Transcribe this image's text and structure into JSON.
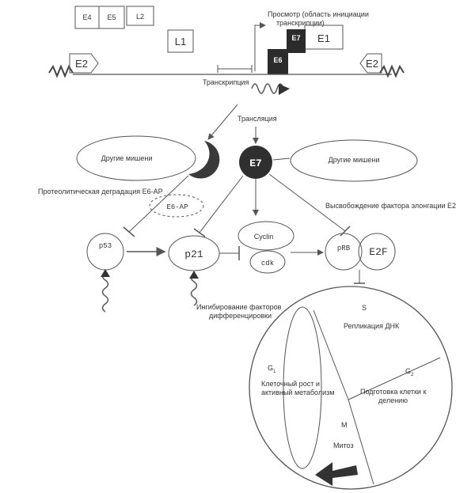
{
  "genes": {
    "e4": "E4",
    "e5": "E5",
    "l2": "L2",
    "l1": "L1",
    "e7": "E7",
    "e6": "E6",
    "e1": "E1",
    "e2_left": "E2",
    "e2_right": "E2"
  },
  "labels": {
    "promoter_line1": "Просмотр (область инициации",
    "promoter_line2": "транскрипции)",
    "transcription": "Транскрипция",
    "translation": "Трансляция",
    "other_targets_left": "Другие мишени",
    "other_targets_right": "Другие мишени",
    "e7_protein": "E7",
    "e6ap_degradation": "Протеолитическая деградация Е6-АР",
    "e6ap": "E6-AP",
    "e2_release": "Высвобождение фактора элонгации Е2",
    "p53": "p53",
    "p21": "p21",
    "cyclin": "Cyclin",
    "cdk": "cdk",
    "prb": "pRB",
    "e2f": "E2F",
    "diff_line1": "Ингибирование факторов",
    "diff_line2": "дифференцировки"
  },
  "cell_cycle": {
    "s": "S",
    "s_desc": "Репликация ДНК",
    "g1": "G",
    "g1_sub": "1",
    "g1_desc_line1": "Клеточный рост и",
    "g1_desc_line2": "активный метаболизм",
    "g2": "G",
    "g2_sub": "2",
    "g2_desc_line1": "Подготовка клетки к",
    "g2_desc_line2": "делению",
    "m": "M",
    "m_desc": "Митоз"
  }
}
